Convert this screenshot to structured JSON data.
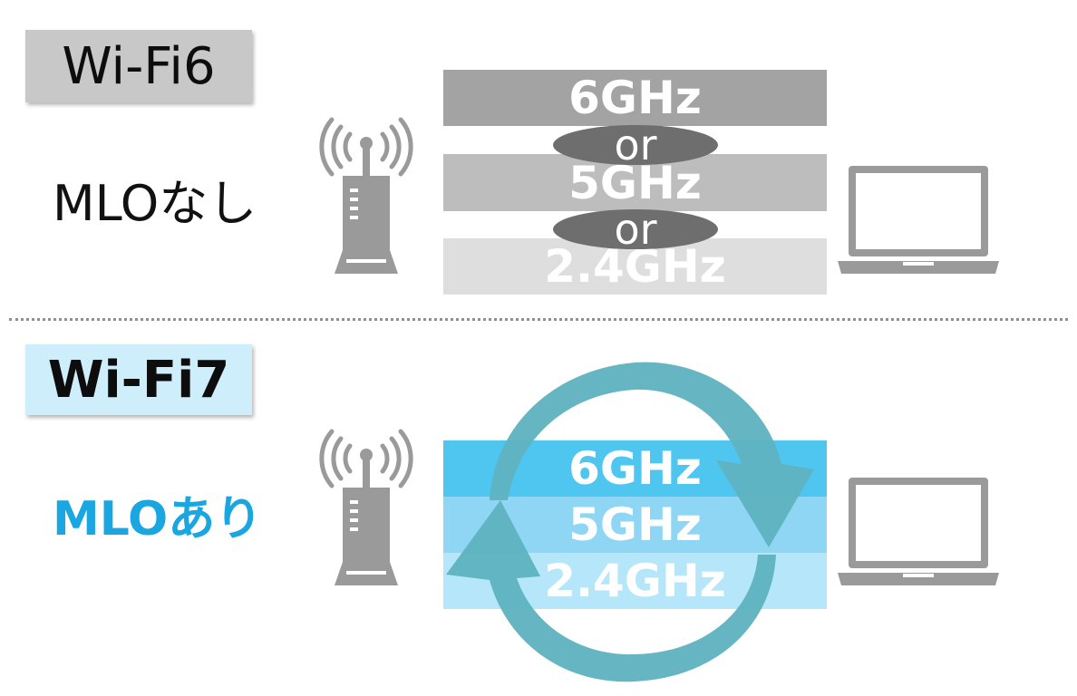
{
  "wifi6": {
    "label": "Wi-Fi6",
    "mlo_text": "MLOなし",
    "bands": [
      "6GHz",
      "5GHz",
      "2.4GHz"
    ],
    "separator": "or"
  },
  "wifi7": {
    "label": "Wi-Fi7",
    "mlo_text": "MLOあり",
    "bands": [
      "6GHz",
      "5GHz",
      "2.4GHz"
    ]
  },
  "icons": {
    "router": "wifi-router-icon",
    "laptop": "laptop-icon",
    "cycle": "cycle-arrows-icon"
  },
  "colors": {
    "wifi6_label_bg": "#c8c8c8",
    "wifi7_label_bg": "#cdeefa",
    "mlo_on_text": "#1aa6e0",
    "wifi6_bands": [
      "#a3a3a3",
      "#bdbdbd",
      "#dedede"
    ],
    "wifi7_bands": [
      "#4ec6ef",
      "#8fd6f4",
      "#b6e6fa"
    ],
    "cycle_arrow": "#5fb3bf",
    "device_gray": "#9a9a9a"
  }
}
